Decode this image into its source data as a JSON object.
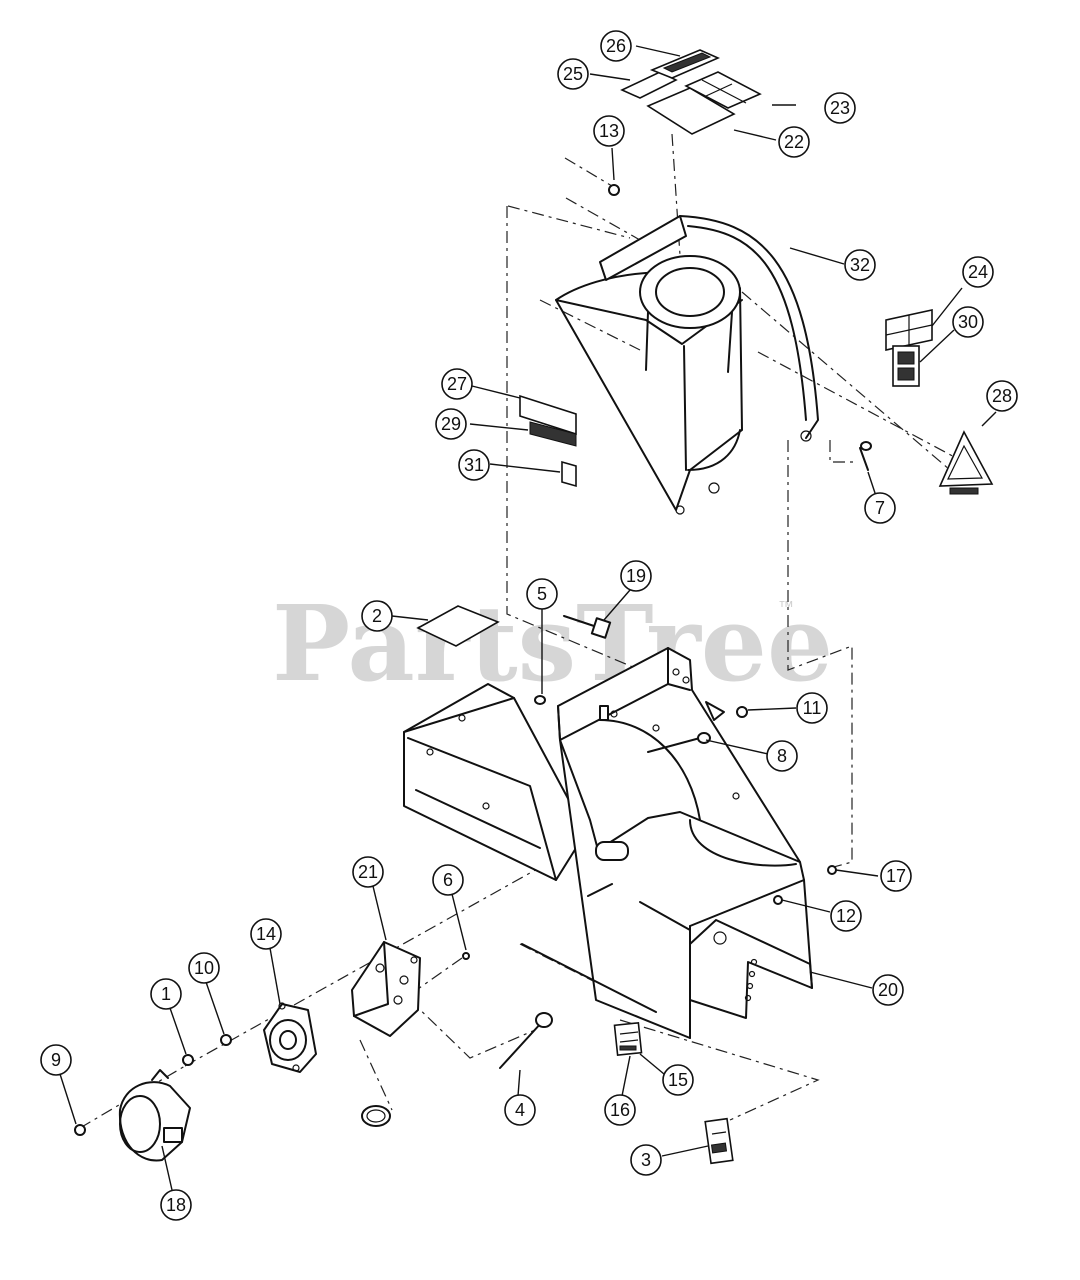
{
  "watermark": {
    "text": "PartsTree",
    "tm": "™"
  },
  "callouts": [
    {
      "n": "1"
    },
    {
      "n": "2"
    },
    {
      "n": "3"
    },
    {
      "n": "4"
    },
    {
      "n": "5"
    },
    {
      "n": "6"
    },
    {
      "n": "7"
    },
    {
      "n": "8"
    },
    {
      "n": "9"
    },
    {
      "n": "10"
    },
    {
      "n": "11"
    },
    {
      "n": "12"
    },
    {
      "n": "13"
    },
    {
      "n": "14"
    },
    {
      "n": "15"
    },
    {
      "n": "16"
    },
    {
      "n": "17"
    },
    {
      "n": "18"
    },
    {
      "n": "19"
    },
    {
      "n": "20"
    },
    {
      "n": "21"
    },
    {
      "n": "22"
    },
    {
      "n": "23"
    },
    {
      "n": "24"
    },
    {
      "n": "25"
    },
    {
      "n": "26"
    },
    {
      "n": "27"
    },
    {
      "n": "28"
    },
    {
      "n": "29"
    },
    {
      "n": "30"
    },
    {
      "n": "31"
    },
    {
      "n": "32"
    }
  ]
}
